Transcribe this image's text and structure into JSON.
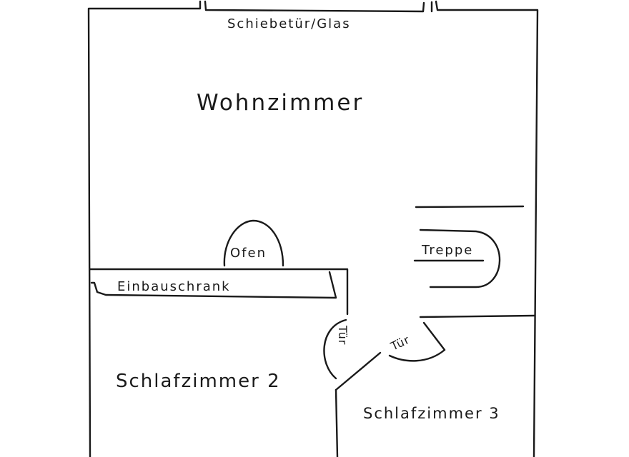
{
  "plan": {
    "rooms": {
      "living": "Wohnzimmer",
      "bedroom2": "Schlafzimmer 2",
      "bedroom3": "Schlafzimmer 3"
    },
    "features": {
      "sliding_door": "Schiebetür/Glas",
      "stove": "Ofen",
      "built_in_wardrobe": "Einbauschrank",
      "stairs": "Treppe",
      "door_bedroom2": "Tür",
      "door_bedroom3": "Tür"
    }
  }
}
